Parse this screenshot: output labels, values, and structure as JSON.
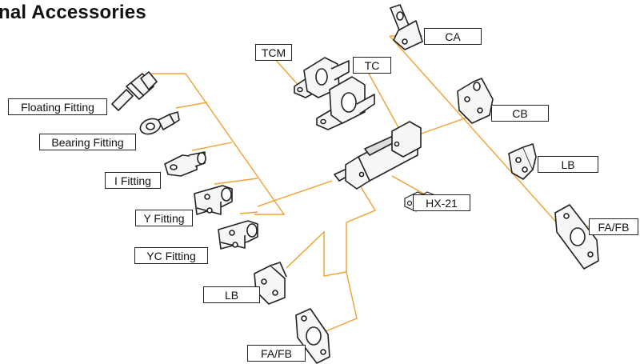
{
  "title": "nal Accessories",
  "colors": {
    "connector": "#f0a030",
    "outline": "#222222",
    "label_border": "#222222"
  },
  "labels": {
    "floating_fitting": "Floating Fitting",
    "bearing_fitting": "Bearing Fitting",
    "i_fitting": "I Fitting",
    "y_fitting": "Y Fitting",
    "yc_fitting": "YC Fitting",
    "lb_bottom": "LB",
    "fafb_bottom": "FA/FB",
    "tcm": "TCM",
    "tc": "TC",
    "hx21": "HX-21",
    "ca": "CA",
    "cb": "CB",
    "lb_right": "LB",
    "fafb_right": "FA/FB"
  }
}
